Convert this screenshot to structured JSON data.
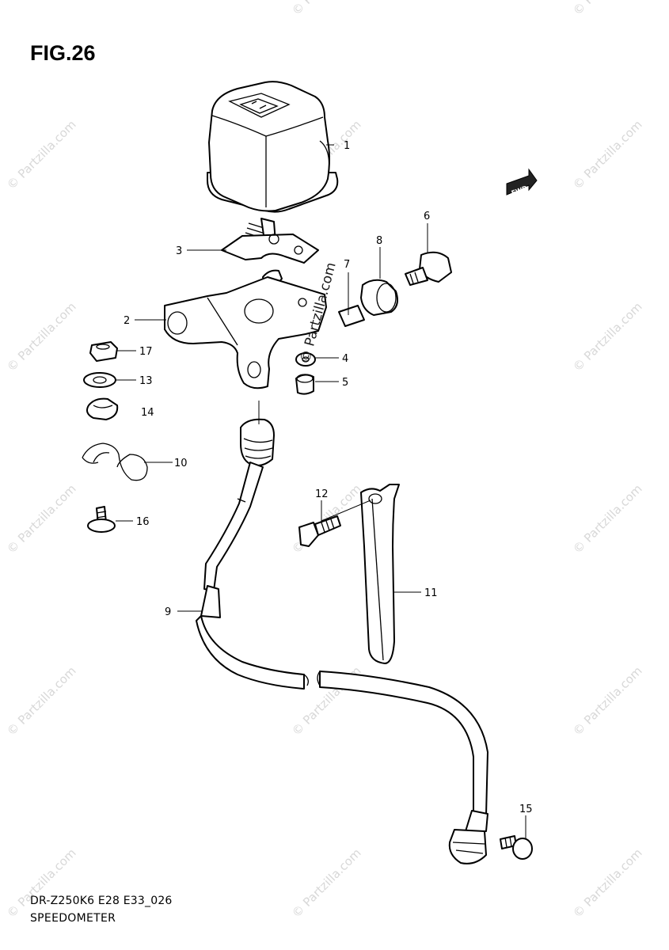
{
  "figure": {
    "title": "FIG.26"
  },
  "footer": {
    "code": "DR-Z250K6 E28 E33_026",
    "name": "SPEEDOMETER"
  },
  "fwd_badge": "FWD",
  "watermark": {
    "text": "© Partzilla.com"
  },
  "callouts": [
    {
      "id": "c1",
      "label": "1"
    },
    {
      "id": "c2",
      "label": "2"
    },
    {
      "id": "c3",
      "label": "3"
    },
    {
      "id": "c4",
      "label": "4"
    },
    {
      "id": "c5",
      "label": "5"
    },
    {
      "id": "c6",
      "label": "6"
    },
    {
      "id": "c7",
      "label": "7"
    },
    {
      "id": "c8",
      "label": "8"
    },
    {
      "id": "c9",
      "label": "9"
    },
    {
      "id": "c10",
      "label": "10"
    },
    {
      "id": "c11",
      "label": "11"
    },
    {
      "id": "c12",
      "label": "12"
    },
    {
      "id": "c13",
      "label": "13"
    },
    {
      "id": "c14",
      "label": "14"
    },
    {
      "id": "c15",
      "label": "15"
    },
    {
      "id": "c16",
      "label": "16"
    },
    {
      "id": "c17",
      "label": "17"
    }
  ]
}
